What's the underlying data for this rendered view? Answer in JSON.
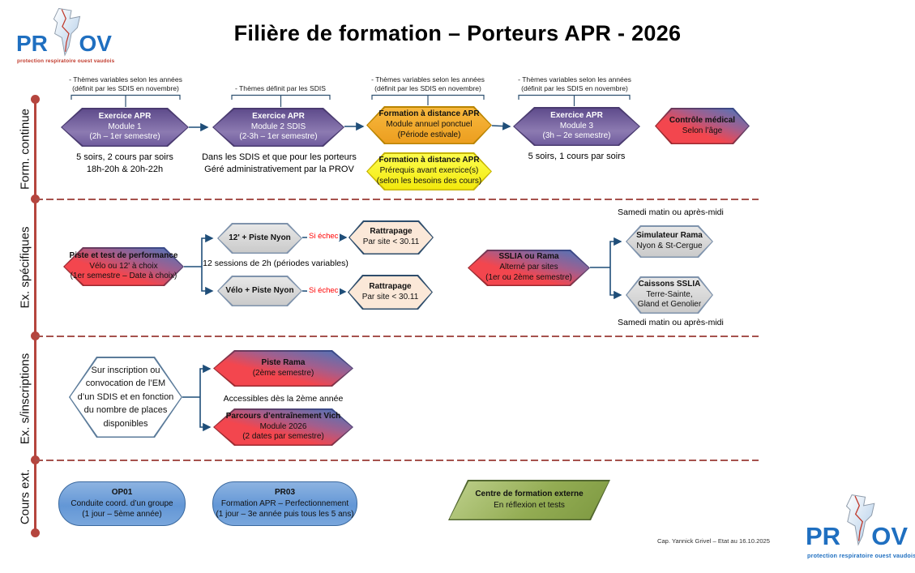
{
  "title": "Filière de formation – Porteurs APR - 2026",
  "logo": {
    "pr": "PR",
    "ov": "OV",
    "tagline": "protection respiratoire ouest vaudois"
  },
  "rail": {
    "sections": [
      {
        "label": "Form. continue"
      },
      {
        "label": "Ex. spécifiques"
      },
      {
        "label": "Ex. s/inscriptions"
      },
      {
        "label": "Cours ext."
      }
    ]
  },
  "row1": {
    "brackets": [
      {
        "line1": "- Thèmes variables selon les années",
        "line2": "(définit par les SDIS en novembre)"
      },
      {
        "line1": "- Thèmes définit par les SDIS"
      },
      {
        "line1": "- Thèmes variables selon les années",
        "line2": "(définit par les SDIS en novembre)"
      },
      {
        "line1": "- Thèmes variables selon les années",
        "line2": "(définit par les SDIS en novembre)"
      }
    ],
    "module1": {
      "lines": [
        "Exercice APR",
        "Module 1",
        "(2h – 1er semestre)"
      ],
      "note1": "5 soirs, 2 cours par soirs",
      "note2": "18h-20h & 20h-22h"
    },
    "module2": {
      "lines": [
        "Exercice APR",
        "Module 2 SDIS",
        "(2-3h – 1er semestre)"
      ],
      "note1": "Dans les SDIS et que pour les porteurs",
      "note2": "Géré administrativement par la PROV"
    },
    "fad1": {
      "lines": [
        "Formation à distance APR",
        "Module annuel ponctuel",
        "(Période estivale)"
      ]
    },
    "fad2": {
      "lines": [
        "Formation à distance APR",
        "Prérequis avant exercice(s)",
        "(selon les besoins des cours)"
      ]
    },
    "module3": {
      "lines": [
        "Exercice APR",
        "Module 3",
        "(3h – 2e semestre)"
      ],
      "note1": "5 soirs, 1 cours par soirs"
    },
    "medical": {
      "lines": [
        "Contrôle médical",
        "Selon l’âge"
      ]
    }
  },
  "row2": {
    "perf": {
      "lines": [
        "Piste et test de performance",
        "Vélo ou 12' à choix",
        "(1er semestre – Date à choix)"
      ]
    },
    "piste12": {
      "lines": [
        "12' + Piste Nyon"
      ]
    },
    "sessions_note": "12 sessions de 2h (périodes variables)",
    "velo": {
      "lines": [
        "Vélo + Piste Nyon"
      ]
    },
    "si_echec": "Si échec",
    "rattrapage1": {
      "lines": [
        "Rattrapage",
        "Par site <  30.11"
      ]
    },
    "rattrapage2": {
      "lines": [
        "Rattrapage",
        "Par site <  30.11"
      ]
    },
    "sslia": {
      "lines": [
        "SSLIA ou Rama",
        "Alterné par sites",
        "(1er ou 2ème semestre)"
      ]
    },
    "samedi_top": "Samedi matin ou après-midi",
    "simulateur": {
      "lines": [
        "Simulateur Rama",
        "Nyon & St-Cergue"
      ]
    },
    "caissons": {
      "lines": [
        "Caissons SSLIA",
        "Terre-Sainte,",
        "Gland et Genolier"
      ]
    },
    "samedi_bottom": "Samedi matin ou après-midi"
  },
  "row3": {
    "inscription": {
      "lines": [
        "Sur inscription ou",
        "convocation de l’EM",
        "d’un SDIS et en fonction",
        "du nombre de places",
        "disponibles"
      ]
    },
    "piste_rama": {
      "lines": [
        "Piste Rama",
        "(2ème semestre)"
      ]
    },
    "access_note": "Accessibles dès la 2ème année",
    "vich": {
      "lines": [
        "Parcours d’entraînement Vich",
        "Module 2026",
        "(2 dates par semestre)"
      ]
    }
  },
  "row4": {
    "op01": {
      "lines": [
        "OP01",
        "Conduite coord. d’un groupe",
        "(1 jour – 5ème année)"
      ]
    },
    "pr03": {
      "lines": [
        "PR03",
        "Formation APR – Perfectionnement",
        "(1 jour – 3e année puis tous les 5 ans)"
      ]
    },
    "centre": {
      "lines": [
        "Centre de formation externe",
        "En réflexion et tests"
      ]
    }
  },
  "footer": {
    "credit": "Cap. Yannick Grivel – Etat au 16.10.2025"
  },
  "colors": {
    "purple": "#7A68A2",
    "orange": "#F0A52E",
    "yellow": "#F7F022",
    "red_blue_gradient_red": "#F3464E",
    "red_blue_gradient_blue": "#5E70B1",
    "gray": "#D9D9D9",
    "peach": "#FBE8D8",
    "blue_stadium": "#6E9DD8",
    "green": "#93AC53",
    "rail_red": "#B5453E",
    "connector_navy": "#1F4E79",
    "logo_blue": "#1F6FC0",
    "si_echec_red": "#FF0000"
  }
}
